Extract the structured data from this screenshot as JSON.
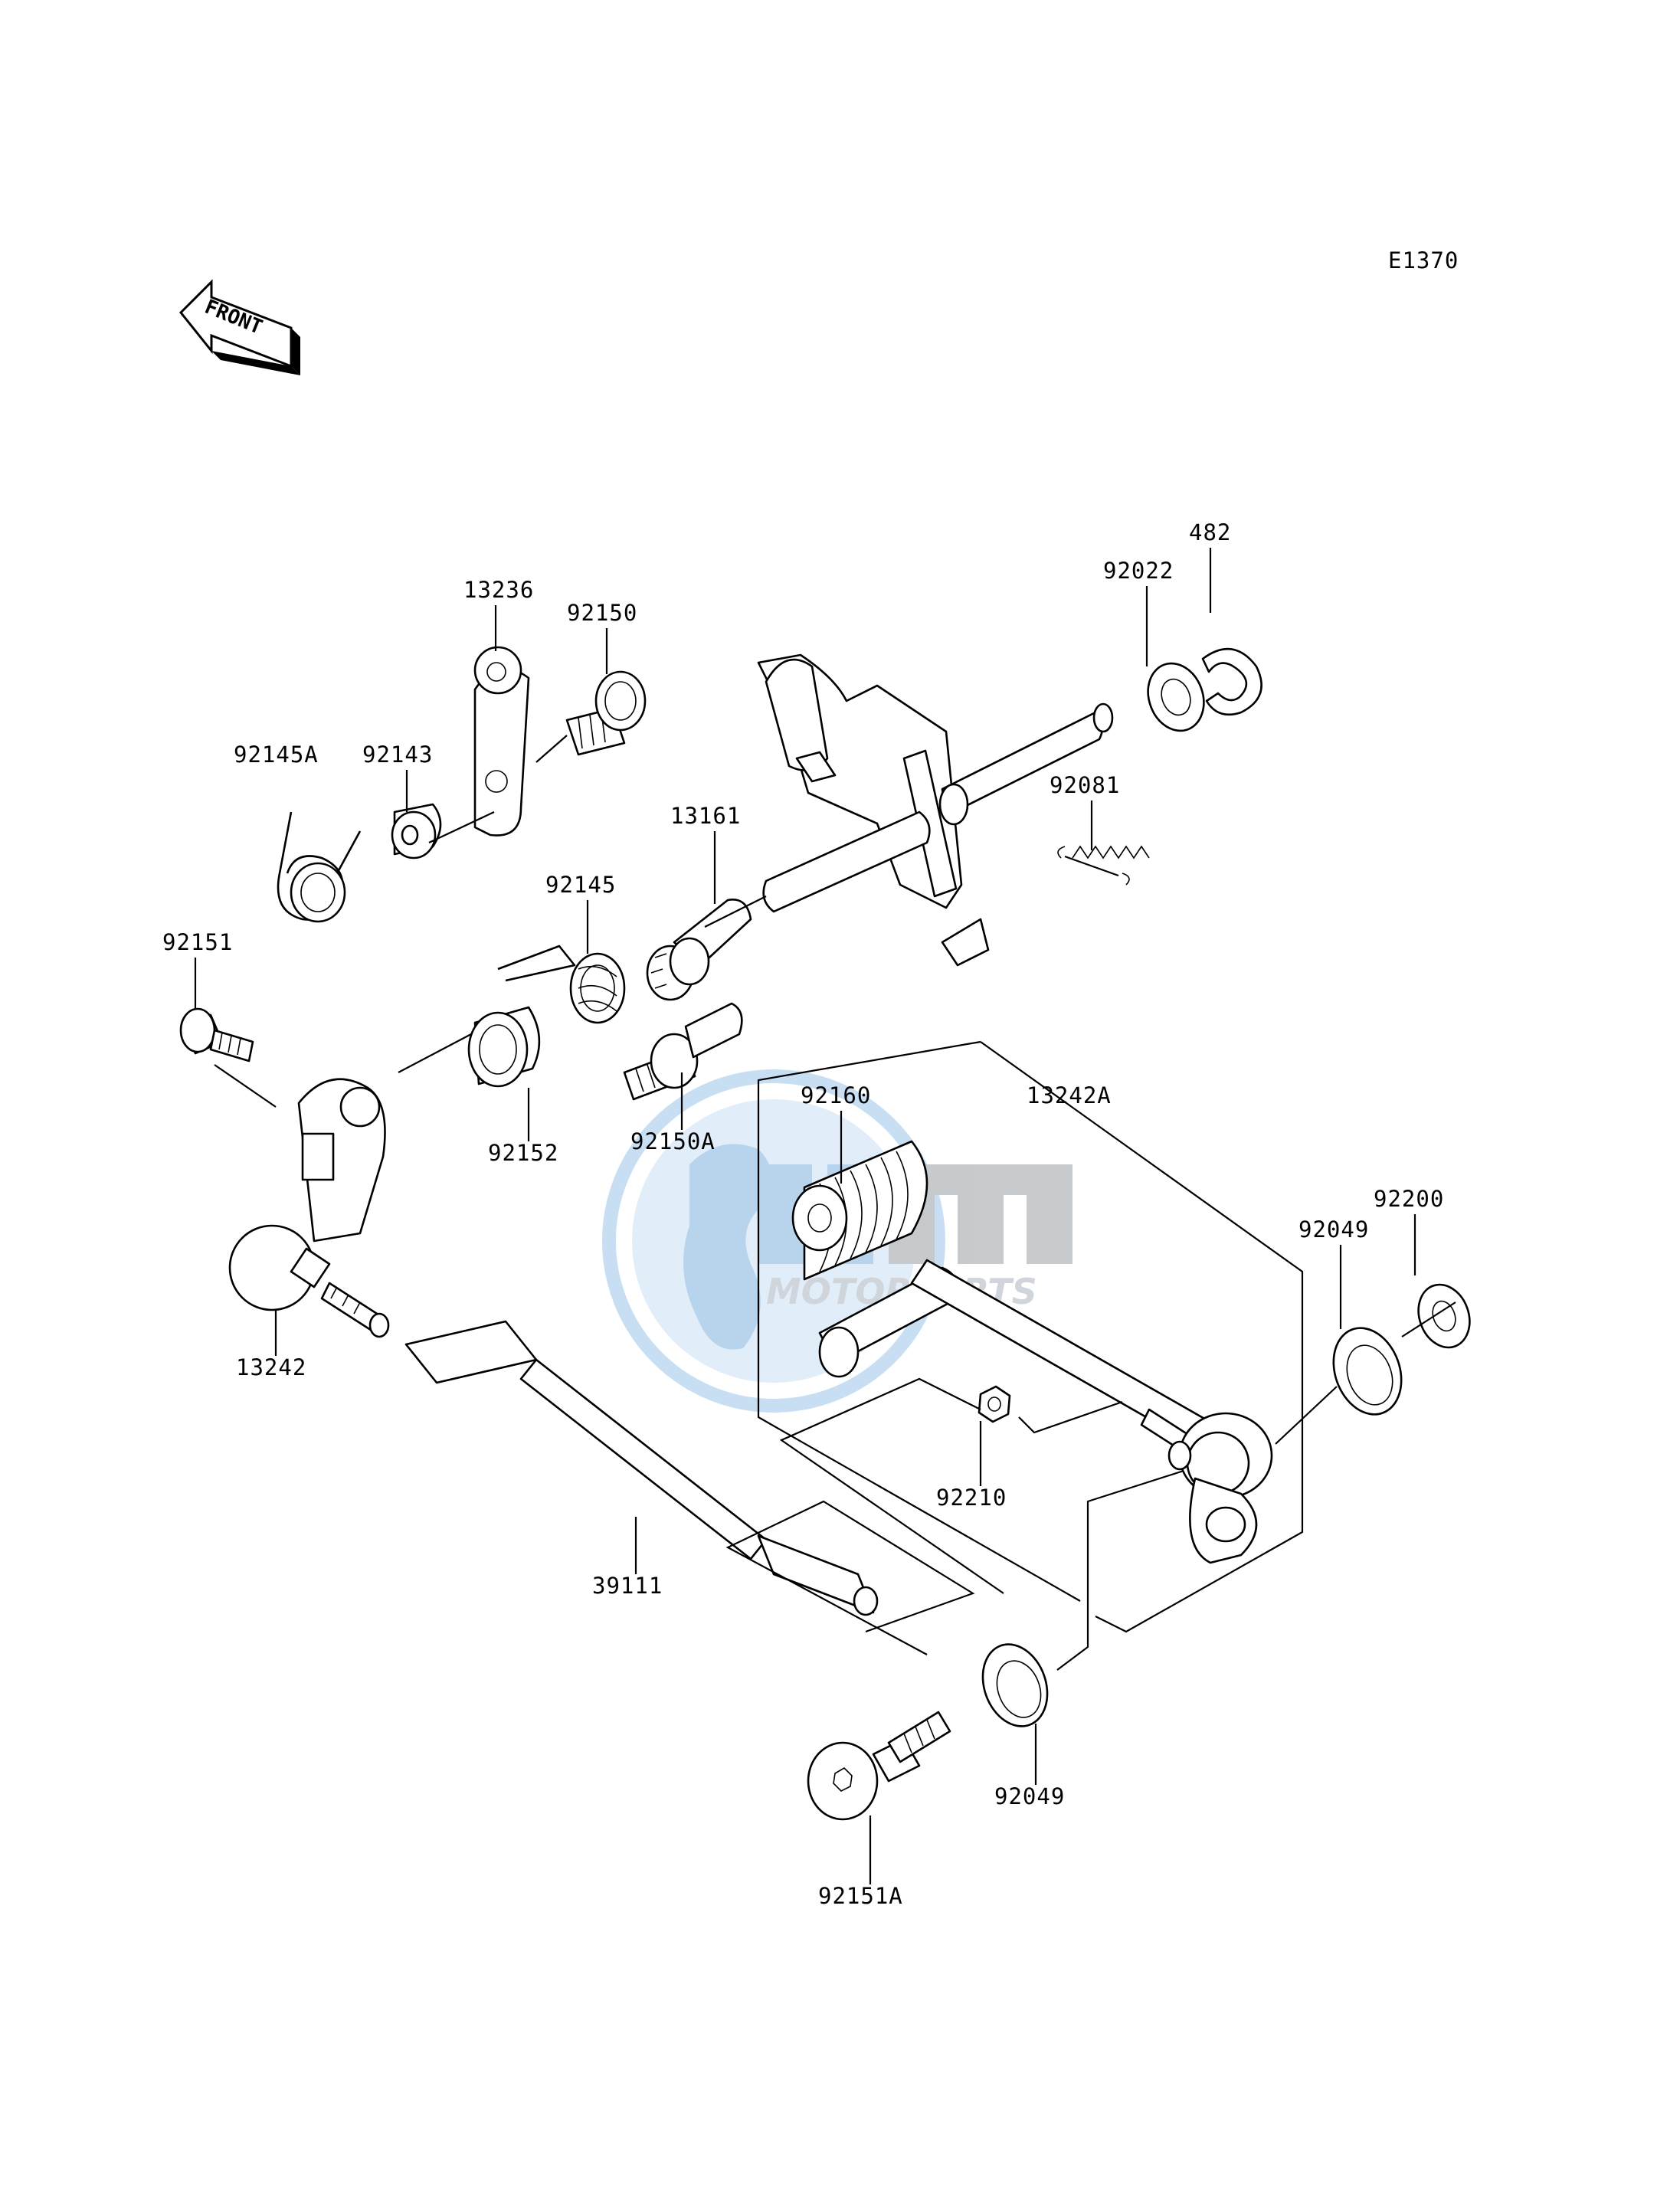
{
  "diagram_code": "E1370",
  "front_arrow_text": "FRONT",
  "watermark": {
    "brand": "MOTORPARTS",
    "color": "#7fb2df"
  },
  "part_labels": {
    "p13236": "13236",
    "p92150": "92150",
    "p92145A": "92145A",
    "p92143": "92143",
    "p92022": "92022",
    "p482": "482",
    "p92081": "92081",
    "p13161": "13161",
    "p92145": "92145",
    "p92151": "92151",
    "p92152": "92152",
    "p92150A": "92150A",
    "p92160": "92160",
    "p13242A": "13242A",
    "p92200": "92200",
    "p92049a": "92049",
    "p13242": "13242",
    "p92210": "92210",
    "p39111": "39111",
    "p92049b": "92049",
    "p92151A": "92151A"
  }
}
